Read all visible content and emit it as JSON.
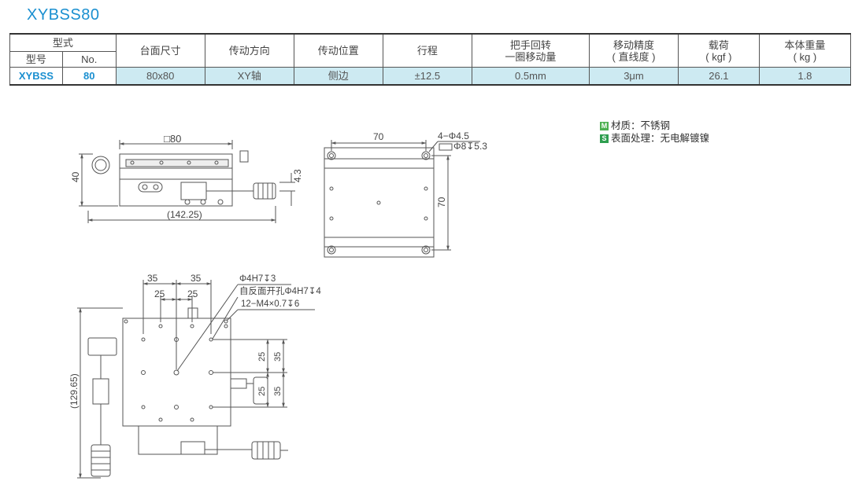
{
  "title": "XYBSS80",
  "table": {
    "header_group": "型式",
    "col_model": "型号",
    "col_no": "No.",
    "col_table_size": "台面尺寸",
    "col_direction": "传动方向",
    "col_position": "传动位置",
    "col_travel": "行程",
    "col_per_turn_line1": "把手回转",
    "col_per_turn_line2": "一圈移动量",
    "col_accuracy_line1": "移动精度",
    "col_accuracy_line2": "( 直线度 )",
    "col_load_line1": "载荷",
    "col_load_line2": "( kgf )",
    "col_weight_line1": "本体重量",
    "col_weight_line2": "( kg )",
    "row": {
      "model": "XYBSS",
      "no": "80",
      "table_size": "80x80",
      "direction": "XY轴",
      "position": "侧边",
      "travel": "±12.5",
      "per_turn": "0.5mm",
      "accuracy": "3μm",
      "load": "26.1",
      "weight": "1.8"
    }
  },
  "notes": {
    "material_badge": "M",
    "material": "材质：不锈钢",
    "surface_badge": "S",
    "surface": "表面处理：无电解镀镍"
  },
  "drawing_labels": {
    "front_width": "□80",
    "front_height": "40",
    "front_offset": "4.3",
    "front_overall": "(142.25)",
    "top_pitch": "70",
    "top_side": "70",
    "top_holes_line1": "4−Φ4.5",
    "top_holes_line2": "Φ8↧5.3",
    "plan_35_left": "35",
    "plan_35_right": "35",
    "plan_25_left": "25",
    "plan_25_right": "25",
    "plan_note1": "Φ4H7↧3",
    "plan_note2": "自反面开孔Φ4H7↧4",
    "plan_note3": "12−M4×0.7↧6",
    "plan_right_25_top": "25",
    "plan_right_35_top": "35",
    "plan_right_25_bot": "25",
    "plan_right_35_bot": "35",
    "plan_overall": "(129.65)"
  },
  "colors": {
    "title": "#1a8fd0",
    "row_fill": "#cdeaf2",
    "badge": "#4caf50"
  }
}
